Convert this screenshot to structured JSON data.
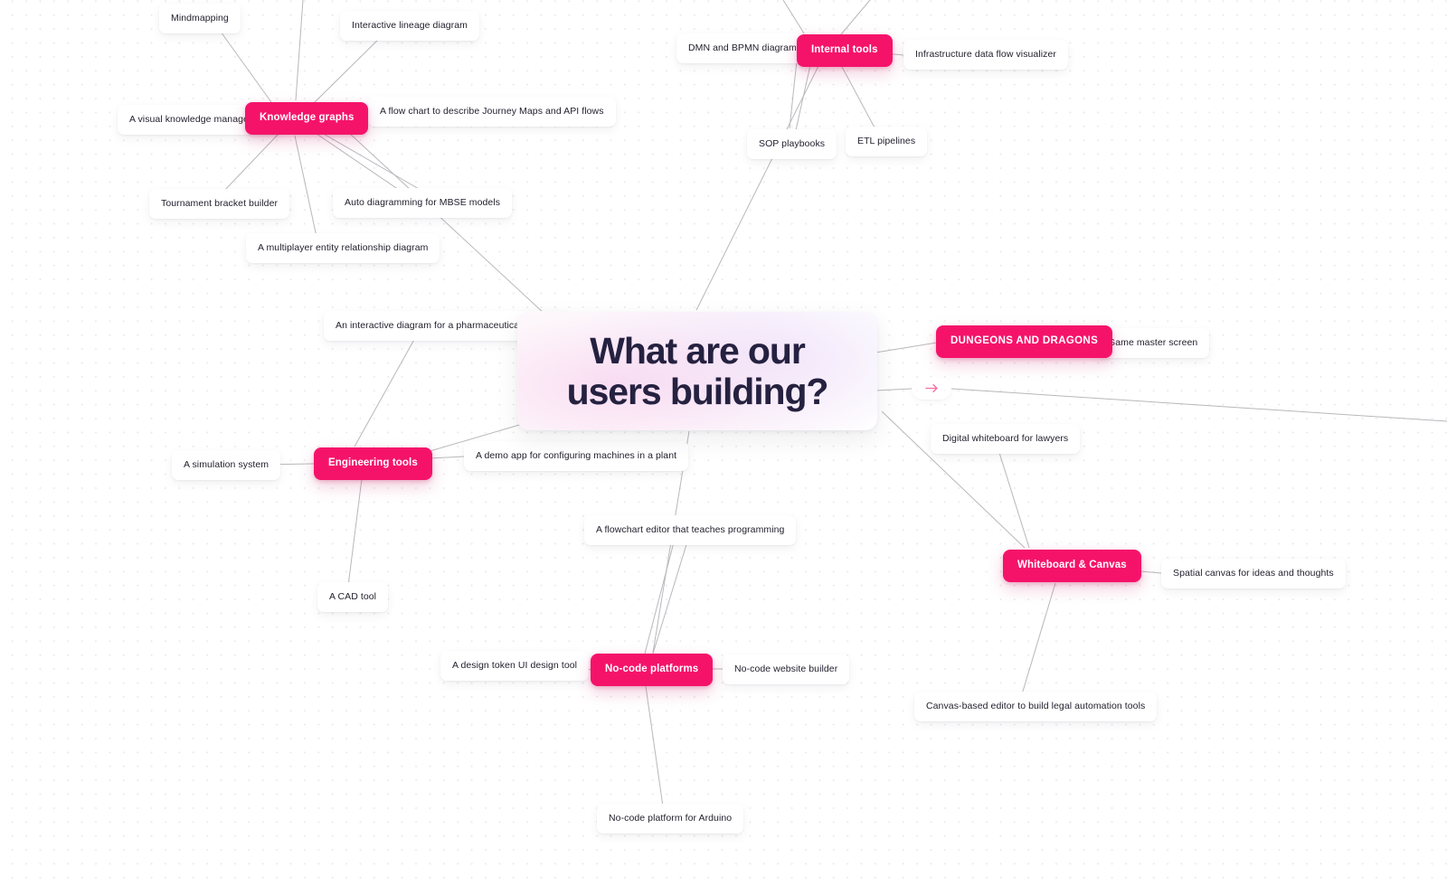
{
  "board": {
    "title": "What are our users building?",
    "title_lines": [
      "What are our",
      "users building?"
    ],
    "accent_color": "#f5136a",
    "title_color": "#252140",
    "card_bg": "#ffffff",
    "edge_color": "#b8b8bd",
    "dot_grid_color": "#e9e9ee",
    "background": "#ffffff"
  },
  "categories": [
    {
      "id": "knowledge-graphs",
      "label": "Knowledge graphs"
    },
    {
      "id": "internal-tools",
      "label": "Internal tools"
    },
    {
      "id": "dungeons-and-dragons",
      "label": "DUNGEONS AND DRAGONS"
    },
    {
      "id": "engineering-tools",
      "label": "Engineering tools"
    },
    {
      "id": "whiteboard-canvas",
      "label": "Whiteboard & Canvas"
    },
    {
      "id": "no-code-platforms",
      "label": "No-code platforms"
    }
  ],
  "leaves": {
    "mindmapping": "Mindmapping",
    "interactive_lineage": "Interactive lineage diagram",
    "visual_knowledge": "A visual knowledge management",
    "flow_chart_journey": "A flow chart to describe Journey Maps and API flows",
    "tournament_bracket": "Tournament bracket builder",
    "auto_diagramming": "Auto diagramming for MBSE models",
    "multiplayer_erd": "A multiplayer entity relationship diagram",
    "dmn_bpmn": "DMN and BPMN diagram edit",
    "infra_dataflow": "Infrastructure data flow visualizer",
    "sop_playbooks": "SOP playbooks",
    "etl_pipelines": "ETL pipelines",
    "game_master_screen": "Game master screen",
    "digital_whiteboard_lawyers": "Digital whiteboard for lawyers",
    "spatial_canvas": "Spatial canvas for ideas and thoughts",
    "canvas_legal_automation": "Canvas-based editor to build legal automation tools",
    "pharma_diagram": "An interactive diagram for a pharmaceutical project",
    "simulation_system": "A simulation system",
    "demo_app_machines": "A demo app for configuring machines in a plant",
    "cad_tool": "A CAD tool",
    "flowchart_teaches": "A flowchart editor that teaches programming",
    "design_token_ui": "A design token UI design tool",
    "nocode_website": "No-code website builder",
    "nocode_arduino": "No-code platform for Arduino"
  },
  "icons": {
    "expand_arrow": "arrow-right-icon"
  }
}
